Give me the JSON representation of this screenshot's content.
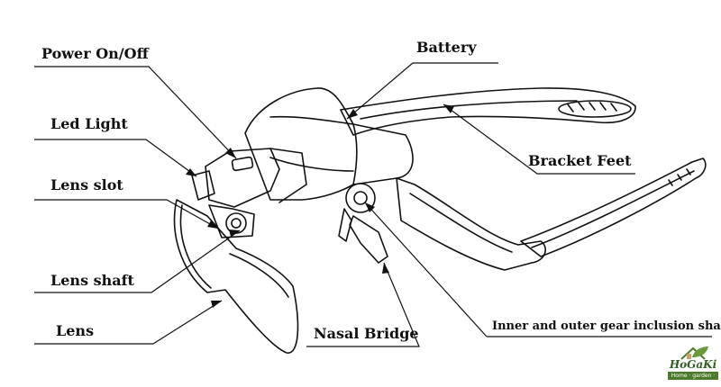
{
  "labels": {
    "power": "Power On/Off",
    "led": "Led Light",
    "lens_slot": "Lens slot",
    "lens_shaft": "Lens shaft",
    "lens": "Lens",
    "battery": "Battery",
    "bracket_feet": "Bracket Feet",
    "nasal_bridge": "Nasal Bridge",
    "gear_shaft": "Inner and outer gear inclusion shaft"
  },
  "logo": {
    "name": "HoGaKi",
    "tagline": "Home · garden · kitchen"
  },
  "colors": {
    "ink": "#111111",
    "logo_green": "#4a7a2a"
  }
}
